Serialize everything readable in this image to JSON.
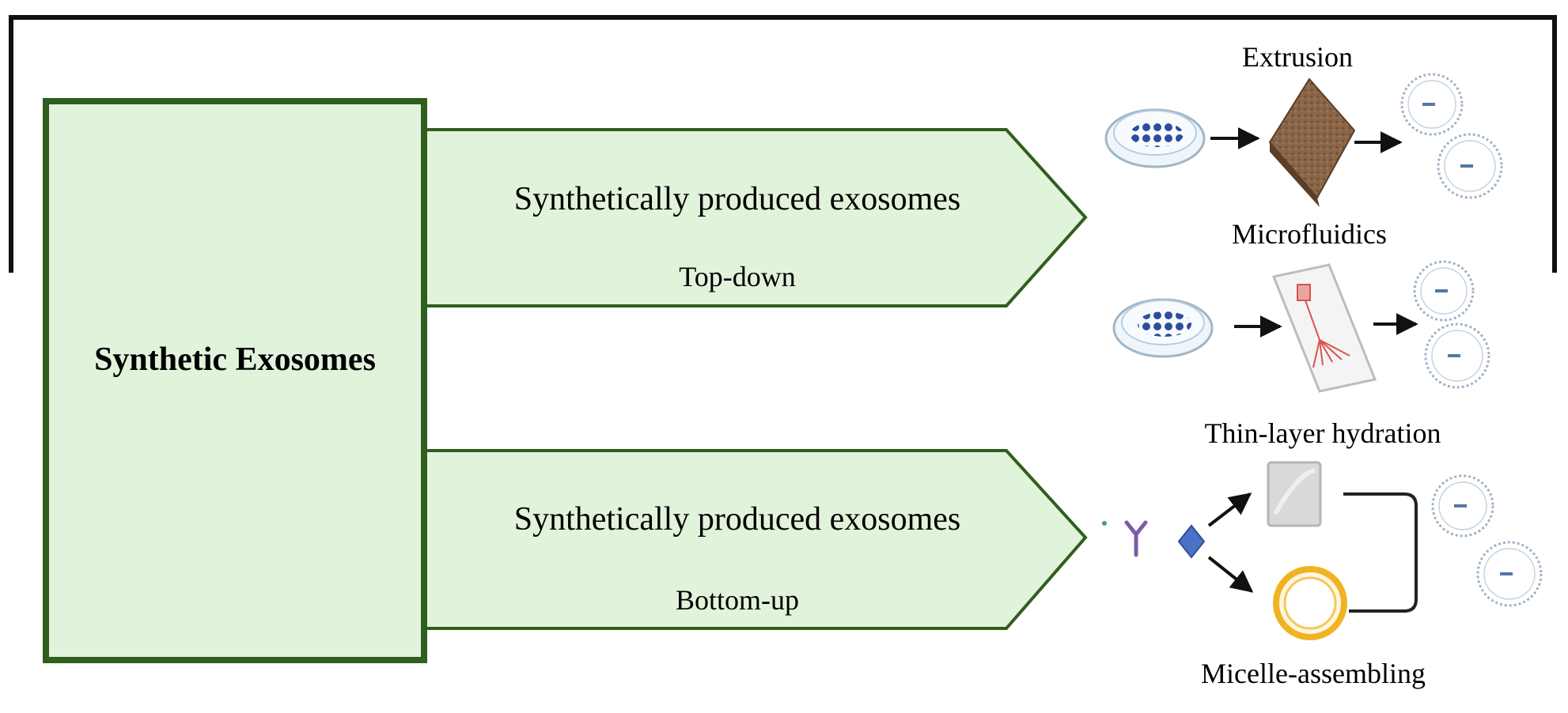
{
  "main_box": {
    "label": "Synthetic Exosomes"
  },
  "arrows": [
    {
      "title": "Synthetically produced exosomes",
      "subtitle": "Top-down"
    },
    {
      "title": "Synthetically produced exosomes",
      "subtitle": "Bottom-up"
    }
  ],
  "methods": [
    {
      "label": "Extrusion"
    },
    {
      "label": "Microfluidics"
    },
    {
      "label": "Thin-layer hydration"
    },
    {
      "label": "Micelle-assembling"
    }
  ],
  "colors": {
    "box_fill": "#e2f3dc",
    "box_stroke": "#2f5f1e",
    "frame": "#111111",
    "cells": "#2b4e9c",
    "extruder": "#8a6548",
    "chip_lines": "#d9534f",
    "antibody": "#7a5ca8",
    "diamond": "#4a72c6",
    "micelle": "#f0b323"
  }
}
